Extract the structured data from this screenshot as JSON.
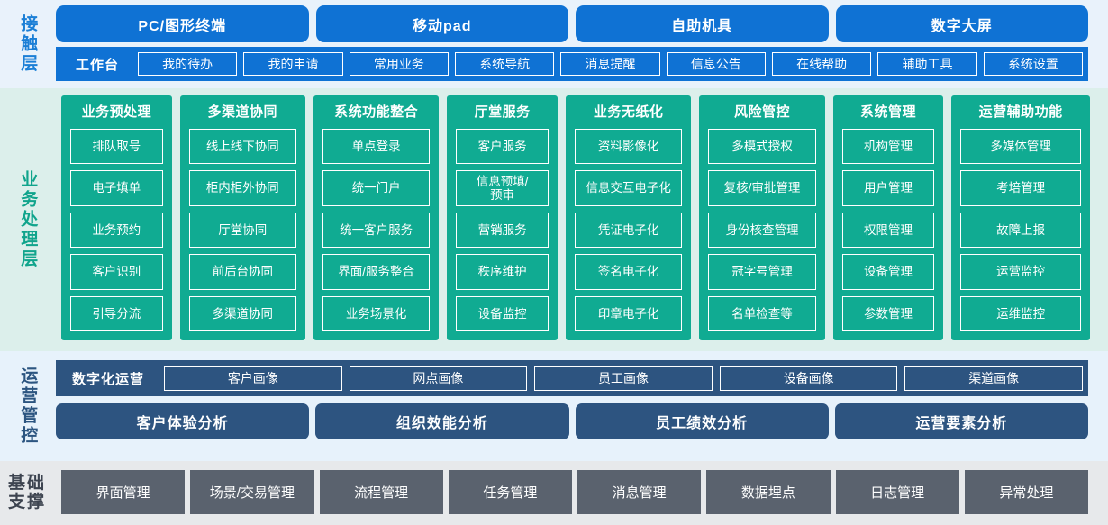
{
  "layers": {
    "contact": {
      "label": "接触层",
      "channels": [
        "PC/图形终端",
        "移动pad",
        "自助机具",
        "数字大屏"
      ],
      "workbench_title": "工作台",
      "workbench_items": [
        "我的待办",
        "我的申请",
        "常用业务",
        "系统导航",
        "消息提醒",
        "信息公告",
        "在线帮助",
        "辅助工具",
        "系统设置"
      ]
    },
    "business": {
      "label": "业务处理层",
      "columns": [
        {
          "title": "业务预处理",
          "items": [
            "排队取号",
            "电子填单",
            "业务预约",
            "客户识别",
            "引导分流"
          ]
        },
        {
          "title": "多渠道协同",
          "items": [
            "线上线下协同",
            "柜内柜外协同",
            "厅堂协同",
            "前后台协同",
            "多渠道协同"
          ]
        },
        {
          "title": "系统功能整合",
          "items": [
            "单点登录",
            "统一门户",
            "统一客户服务",
            "界面/服务整合",
            "业务场景化"
          ]
        },
        {
          "title": "厅堂服务",
          "items": [
            "客户服务",
            "信息预填/\n预审",
            "营销服务",
            "秩序维护",
            "设备监控"
          ]
        },
        {
          "title": "业务无纸化",
          "items": [
            "资料影像化",
            "信息交互电子化",
            "凭证电子化",
            "签名电子化",
            "印章电子化"
          ]
        },
        {
          "title": "风险管控",
          "items": [
            "多模式授权",
            "复核/审批管理",
            "身份核查管理",
            "冠字号管理",
            "名单检查等"
          ]
        },
        {
          "title": "系统管理",
          "items": [
            "机构管理",
            "用户管理",
            "权限管理",
            "设备管理",
            "参数管理"
          ]
        },
        {
          "title": "运营辅助功能",
          "items": [
            "多媒体管理",
            "考培管理",
            "故障上报",
            "运营监控",
            "运维监控"
          ]
        }
      ]
    },
    "operations": {
      "label": "运营管控",
      "digital_title": "数字化运营",
      "portraits": [
        "客户画像",
        "网点画像",
        "员工画像",
        "设备画像",
        "渠道画像"
      ],
      "analysis": [
        "客户体验分析",
        "组织效能分析",
        "员工绩效分析",
        "运营要素分析"
      ]
    },
    "foundation": {
      "label_line1": "基础",
      "label_line2": "支撑",
      "items": [
        "界面管理",
        "场景/交易管理",
        "流程管理",
        "任务管理",
        "消息管理",
        "数据埋点",
        "日志管理",
        "异常处理"
      ]
    }
  },
  "colors": {
    "contact_blue": "#0f72d4",
    "contact_band": "#e9f2fb",
    "business_green": "#10ab92",
    "business_band": "#dcefeb",
    "operations_navy": "#2d5480",
    "operations_band": "#e7f2fb",
    "foundation_slate": "#5a626e",
    "foundation_band": "#e7e9eb"
  }
}
